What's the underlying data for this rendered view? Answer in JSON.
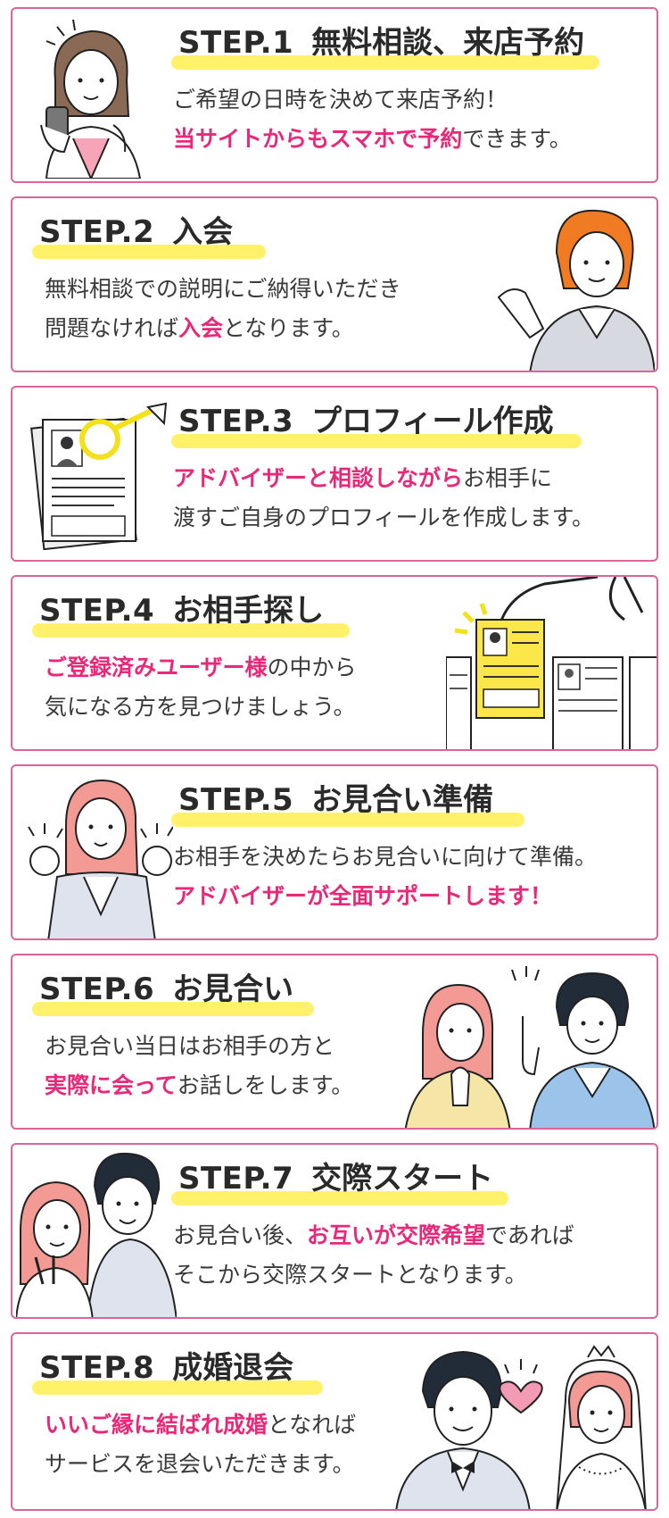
{
  "steps": [
    {
      "label": "STEP.1",
      "name": "無料相談、来店予約",
      "line1_pre": "ご希望の日時を決めて来店予約！",
      "line2_em": "当サイトからもスマホで予約",
      "line2_post": "できます。",
      "illustration": "woman-smartphone-icon"
    },
    {
      "label": "STEP.2",
      "name": "入会",
      "line1_pre": "無料相談での説明にご納得いただき",
      "line2_pre": "問題なければ",
      "line2_em": "入会",
      "line2_post": "となります。",
      "illustration": "adviser-woman-icon"
    },
    {
      "label": "STEP.3",
      "name": "プロフィール作成",
      "line1_em": "アドバイザーと相談しながら",
      "line1_post": "お相手に",
      "line2_pre": "渡すご自身のプロフィールを作成します。",
      "illustration": "profile-sheet-magnifier-icon"
    },
    {
      "label": "STEP.4",
      "name": "お相手探し",
      "line1_em": "ご登録済みユーザー様",
      "line1_post": "の中から",
      "line2_pre": "気になる方を見つけましょう。",
      "illustration": "profile-cards-pick-icon"
    },
    {
      "label": "STEP.5",
      "name": "お見合い準備",
      "line1_pre": "お相手を決めたらお見合いに向けて準備。",
      "line2_em": "アドバイザーが全面サポートします！",
      "illustration": "cheering-woman-icon"
    },
    {
      "label": "STEP.6",
      "name": "お見合い",
      "line1_pre": "お見合い当日はお相手の方と",
      "line2_em": "実際に会って",
      "line2_post": "お話しをします。",
      "illustration": "couple-meeting-icon"
    },
    {
      "label": "STEP.7",
      "name": "交際スタート",
      "line1_pre": "お見合い後、",
      "line1_em": "お互いが交際希望",
      "line1_post": "であれば",
      "line2_pre": "そこから交際スタートとなります。",
      "illustration": "couple-selfie-icon"
    },
    {
      "label": "STEP.8",
      "name": "成婚退会",
      "line1_em": "いいご縁に結ばれ成婚",
      "line1_post": "となれば",
      "line2_pre": "サービスを退会いただきます。",
      "illustration": "bride-groom-icon"
    }
  ],
  "colors": {
    "border": "#d9659a",
    "emphasis": "#e8297a",
    "highlight": "#fff26a",
    "text": "#3a3a3a"
  }
}
